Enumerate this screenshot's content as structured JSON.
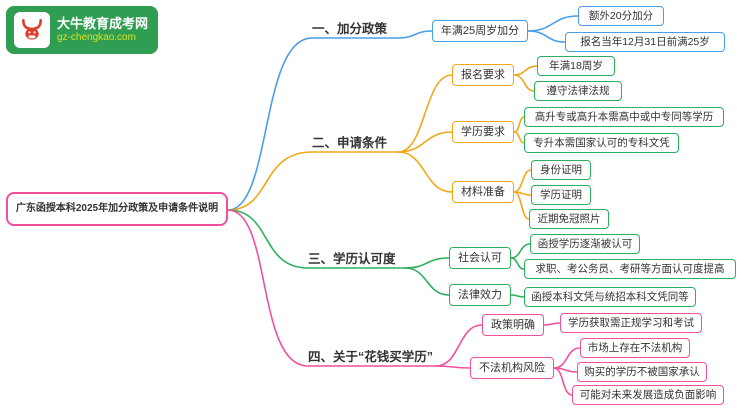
{
  "logo": {
    "site_name": "大牛教育成考网",
    "site_url": "gz-chengkao.com",
    "brand_green": "#2f9e52",
    "brand_red": "#e03c2d"
  },
  "root": {
    "label": "广东函授本科2025年加分政策及申请条件说明"
  },
  "branch_colors": {
    "branch1": "#4a9ee8",
    "branch2": "#f0a818",
    "branch3": "#2bb05e",
    "branch4": "#f0509e"
  },
  "branches": [
    {
      "label": "一、加分政策",
      "nodes": [
        {
          "label": "年满25周岁加分",
          "children": [
            {
              "label": "额外20分加分"
            },
            {
              "label": "报名当年12月31日前满25岁"
            }
          ]
        }
      ]
    },
    {
      "label": "二、申请条件",
      "nodes": [
        {
          "label": "报名要求",
          "children": [
            {
              "label": "年满18周岁"
            },
            {
              "label": "遵守法律法规"
            }
          ]
        },
        {
          "label": "学历要求",
          "children": [
            {
              "label": "高升专或高升本需高中或中专同等学历"
            },
            {
              "label": "专升本需国家认可的专科文凭"
            }
          ]
        },
        {
          "label": "材料准备",
          "children": [
            {
              "label": "身份证明"
            },
            {
              "label": "学历证明"
            },
            {
              "label": "近期免冠照片"
            }
          ]
        }
      ]
    },
    {
      "label": "三、学历认可度",
      "nodes": [
        {
          "label": "社会认可",
          "children": [
            {
              "label": "函授学历逐渐被认可"
            },
            {
              "label": "求职、考公务员、考研等方面认可度提高"
            }
          ]
        },
        {
          "label": "法律效力",
          "children": [
            {
              "label": "函授本科文凭与统招本科文凭同等"
            }
          ]
        }
      ]
    },
    {
      "label": "四、关于“花钱买学历”",
      "nodes": [
        {
          "label": "政策明确",
          "children": [
            {
              "label": "学历获取需正规学习和考试"
            }
          ]
        },
        {
          "label": "不法机构风险",
          "children": [
            {
              "label": "市场上存在不法机构"
            },
            {
              "label": "购买的学历不被国家承认"
            },
            {
              "label": "可能对未来发展造成负面影响"
            }
          ]
        }
      ]
    }
  ]
}
